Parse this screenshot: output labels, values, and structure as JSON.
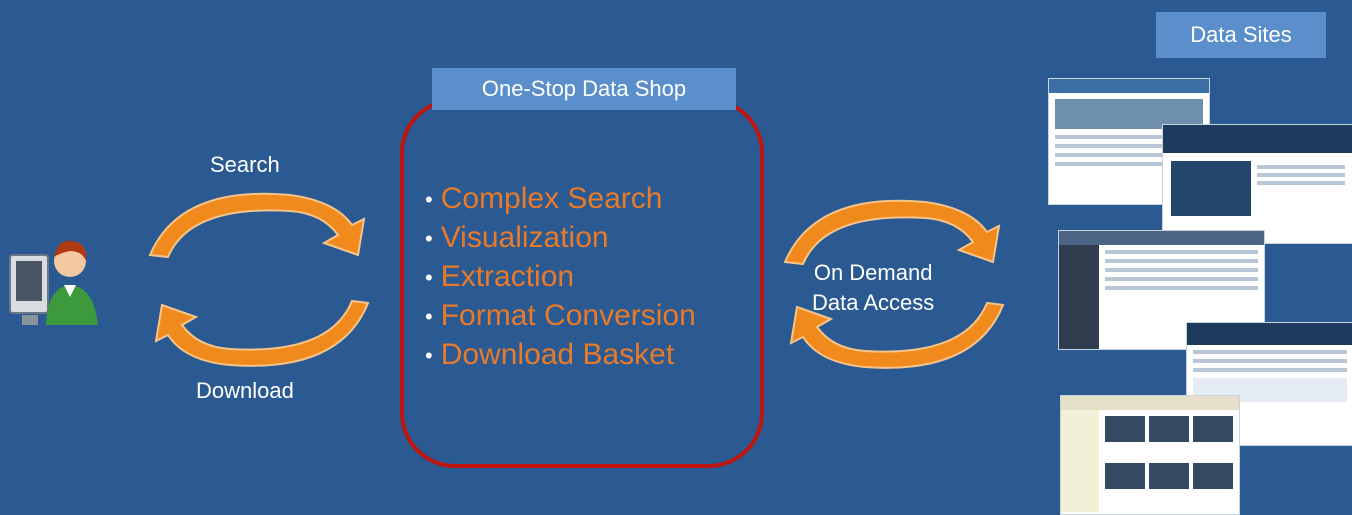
{
  "labels": {
    "search": "Search",
    "download": "Download",
    "on_demand_line1": "On Demand",
    "on_demand_line2": "Data Access"
  },
  "shop": {
    "title": "One-Stop Data Shop",
    "features": [
      "Complex Search",
      "Visualization",
      "Extraction",
      "Format Conversion",
      "Download Basket"
    ]
  },
  "data_sites": {
    "title": "Data Sites"
  },
  "colors": {
    "background": "#2a5a91",
    "tag": "#5b8fcb",
    "feature_text": "#e87a2a",
    "box_border": "#c0140e",
    "arrow": "#f08a1c"
  },
  "icons": {
    "user": "user-computer-icon",
    "arrow": "curved-arrow-icon"
  }
}
